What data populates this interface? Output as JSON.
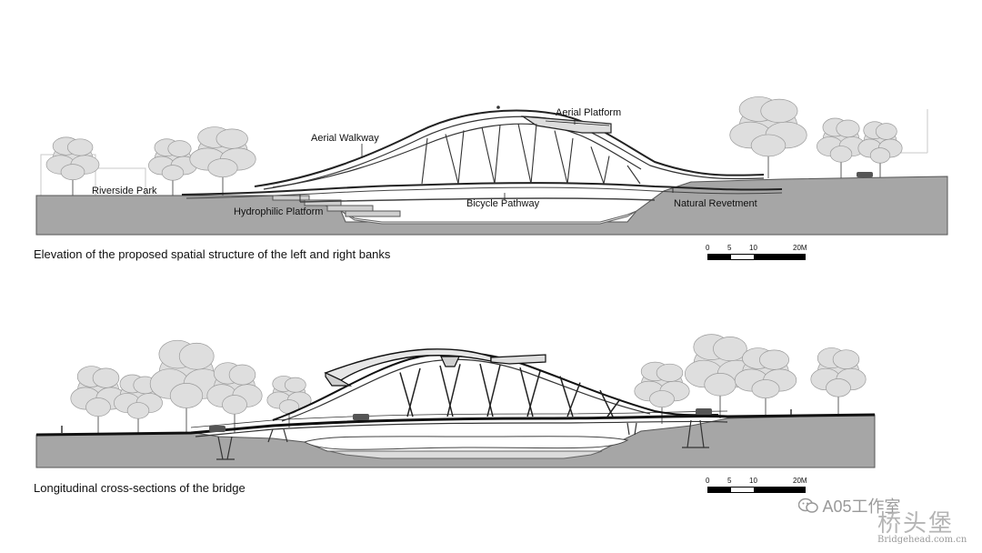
{
  "panels": [
    {
      "id": "elevation",
      "caption": "Elevation of the proposed spatial structure of the left and right banks",
      "labels": {
        "aerial_platform": "Aerial Platform",
        "aerial_walkway": "Aerial Walkway",
        "riverside_park": "Riverside Park",
        "hydrophilic_platform": "Hydrophilic Platform",
        "bicycle_pathway": "Bicycle Pathway",
        "natural_revetment": "Natural Revetment"
      },
      "scale_bar": {
        "ticks": [
          "0",
          "5",
          "10",
          "20M"
        ]
      }
    },
    {
      "id": "section",
      "caption": "Longitudinal cross-sections of the bridge",
      "scale_bar": {
        "ticks": [
          "0",
          "5",
          "10",
          "20M"
        ]
      }
    }
  ],
  "watermark": {
    "account": "A05工作室",
    "chinese": "桥头堡",
    "url": "Bridgehead.com.cn"
  },
  "colors": {
    "ground": "#a6a6a6",
    "ground_dark": "#8f8f8f",
    "water": "#e4e4e4",
    "line": "#222222",
    "tree": "#d2d2d2"
  }
}
